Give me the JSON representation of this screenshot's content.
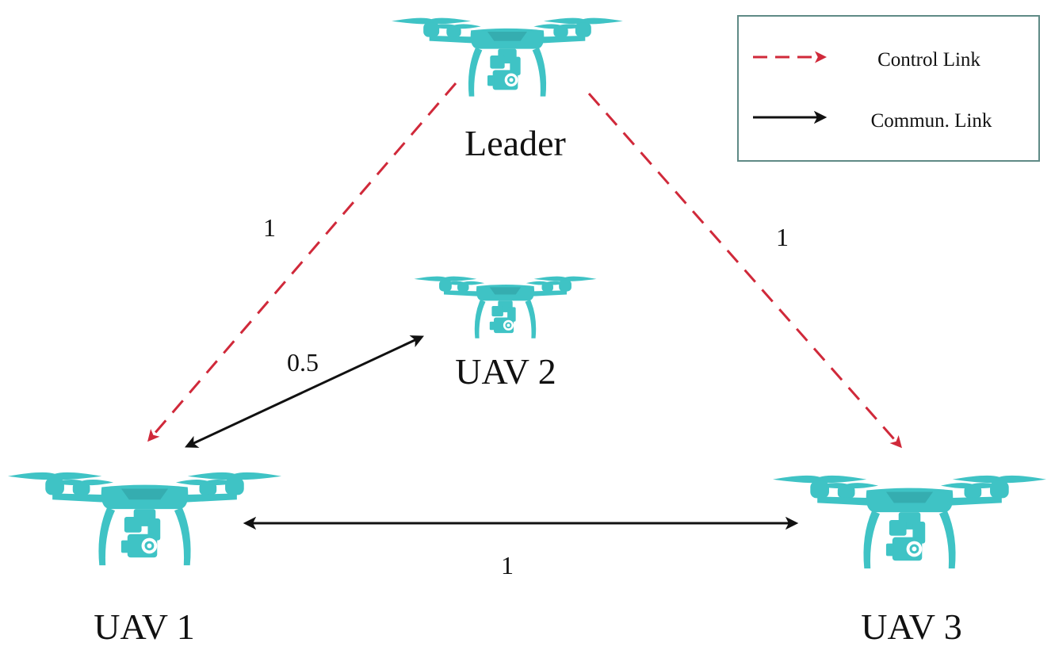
{
  "colors": {
    "drone": "#3fc3c5",
    "drone_dark": "#35adb0",
    "control_link": "#d0293a",
    "commun_link": "#111111",
    "legend_border": "#5f8a86"
  },
  "nodes": {
    "leader": {
      "label": "Leader",
      "icon": "drone-icon"
    },
    "uav1": {
      "label": "UAV 1",
      "icon": "drone-icon"
    },
    "uav2": {
      "label": "UAV 2",
      "icon": "drone-icon"
    },
    "uav3": {
      "label": "UAV 3",
      "icon": "drone-icon"
    }
  },
  "links": {
    "leader_uav1": {
      "type": "control",
      "weight": "1"
    },
    "leader_uav3": {
      "type": "control",
      "weight": "1"
    },
    "uav1_uav2": {
      "type": "communication",
      "weight": "0.5"
    },
    "uav1_uav3": {
      "type": "communication",
      "weight": "1"
    }
  },
  "legend": {
    "control_label": "Control Link",
    "commun_label": "Commun. Link"
  }
}
